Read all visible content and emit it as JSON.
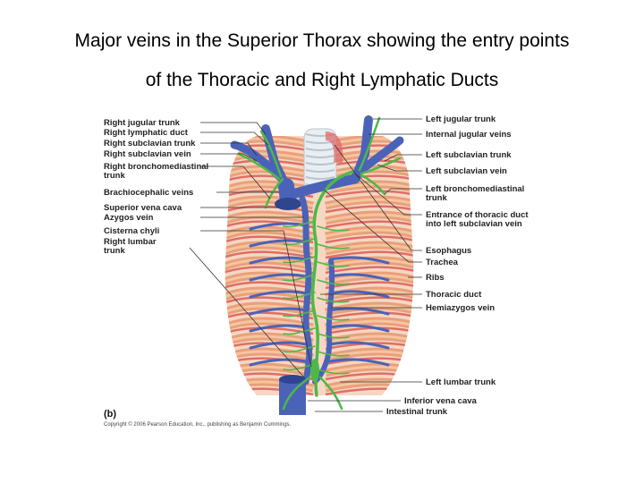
{
  "title": {
    "line1": "Major veins in the Superior Thorax showing the entry points",
    "line2": "of the Thoracic and Right Lymphatic Ducts"
  },
  "figure": {
    "panel_label": "(b)",
    "copyright": "Copyright © 2006 Pearson Education, Inc., publishing as Benjamin Cummings.",
    "left_labels": [
      "Right jugular trunk",
      "Right lymphatic duct",
      "Right subclavian trunk",
      "Right subclavian vein",
      "Right bronchomediastinal",
      "trunk",
      "Brachiocephalic veins",
      "Superior vena cava",
      "Azygos vein",
      "Cisterna chyli",
      "Right lumbar",
      "trunk"
    ],
    "right_labels": [
      "Left jugular trunk",
      "Internal jugular veins",
      "Left subclavian trunk",
      "Left subclavian vein",
      "Left bronchomediastinal",
      "trunk",
      "Entrance of thoracic duct",
      "into left subclavian vein",
      "Esophagus",
      "Trachea",
      "Ribs",
      "Thoracic duct",
      "Hemiazygos vein",
      "Left lumbar trunk",
      "Inferior vena cava",
      "Intestinal trunk"
    ],
    "colors": {
      "vein": "#4a63b8",
      "vein_dark": "#2f4590",
      "lymph": "#4db848",
      "rib": "#e9a07a",
      "rib_inner": "#f4c5a0",
      "muscle": "#d9544d",
      "trachea": "#e8eef2"
    }
  }
}
